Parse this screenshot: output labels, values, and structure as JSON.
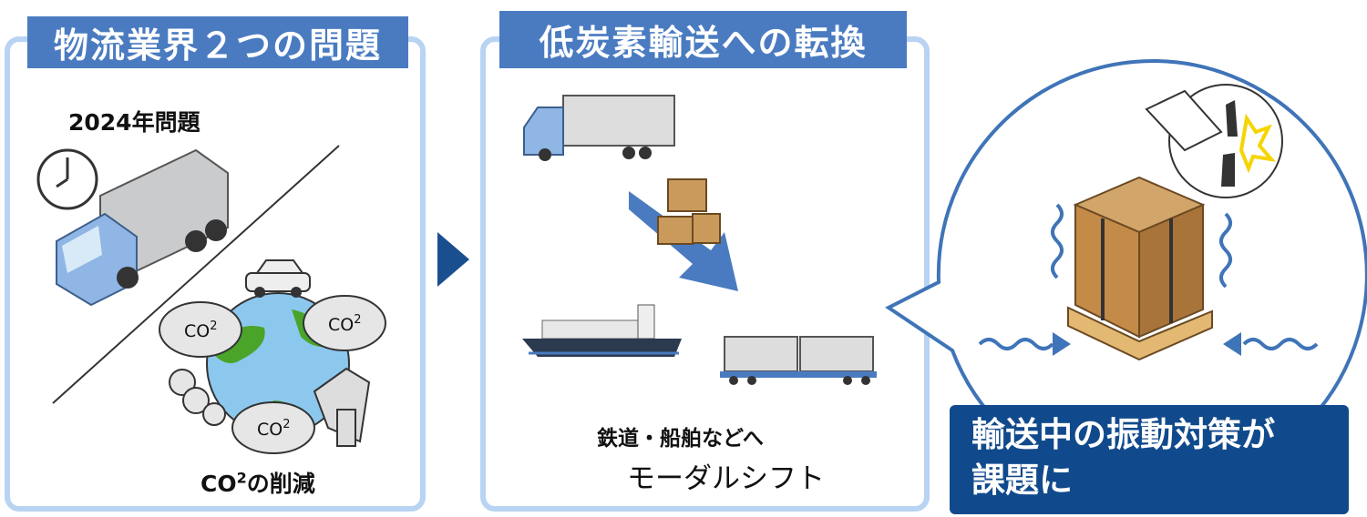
{
  "left_panel": {
    "title": "物流業界２つの問題",
    "issue_1": "2024年問題",
    "issue_2_prefix": "CO",
    "issue_2_sup": "2",
    "issue_2_suffix": "の削減",
    "cloud_label": "CO",
    "cloud_sup": "2"
  },
  "middle_panel": {
    "title": "低炭素輸送への転換",
    "caption_line1": "鉄道・船舶などへ",
    "caption_line2": "モーダルシフト"
  },
  "callout": {
    "line1": "輸送中の振動対策が",
    "line2": "課題に"
  },
  "colors": {
    "header_bg": "#4a7bc1",
    "panel_border": "#b9d3f3",
    "arrow": "#1a4f8f",
    "callout_bg": "#114a8c",
    "circle_stroke": "#3f74b8"
  }
}
